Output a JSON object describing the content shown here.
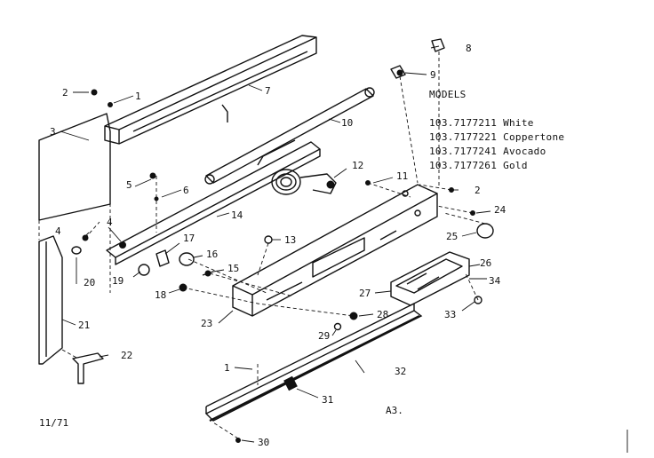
{
  "models": {
    "heading": "MODELS",
    "list": [
      "103.7177211 White",
      "103.7177221 Coppertone",
      "103.7177241 Avocado",
      "103.7177261 Gold"
    ]
  },
  "callouts": [
    "1",
    "2",
    "3",
    "4",
    "5",
    "6",
    "7",
    "8",
    "9",
    "10",
    "11",
    "12",
    "13",
    "14",
    "15",
    "16",
    "17",
    "18",
    "19",
    "20",
    "21",
    "22",
    "23",
    "24",
    "25",
    "26",
    "27",
    "28",
    "29",
    "30",
    "31",
    "32",
    "33",
    "34"
  ],
  "footer": {
    "date_code": "11/71",
    "page_code": "A3."
  }
}
